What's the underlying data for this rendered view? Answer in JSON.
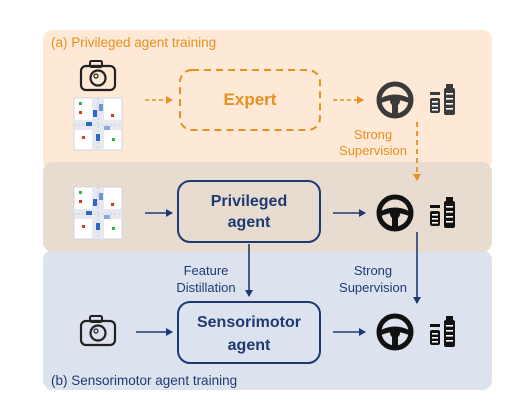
{
  "panels": {
    "top": {
      "title": "(a) Privileged agent training",
      "bg": "#fde9d6"
    },
    "middle": {
      "bg": "#e8dbd0"
    },
    "bottom": {
      "title": "(b) Sensorimotor agent training",
      "bg": "#dde3ee"
    }
  },
  "colors": {
    "orange": "#e8901f",
    "navy": "#1f3a73",
    "black": "#111111"
  },
  "boxes": {
    "expert": "Expert",
    "privileged_line1": "Privileged",
    "privileged_line2": "agent",
    "sensorimotor_line1": "Sensorimotor",
    "sensorimotor_line2": "agent"
  },
  "labels": {
    "strong_sup_top_line1": "Strong",
    "strong_sup_top_line2": "Supervision",
    "feature_line1": "Feature",
    "feature_line2": "Distillation",
    "strong_sup_bottom_line1": "Strong",
    "strong_sup_bottom_line2": "Supervision"
  },
  "icons": [
    "camera-icon",
    "birds-eye-map-icon",
    "steering-wheel-icon",
    "pedals-icon"
  ]
}
